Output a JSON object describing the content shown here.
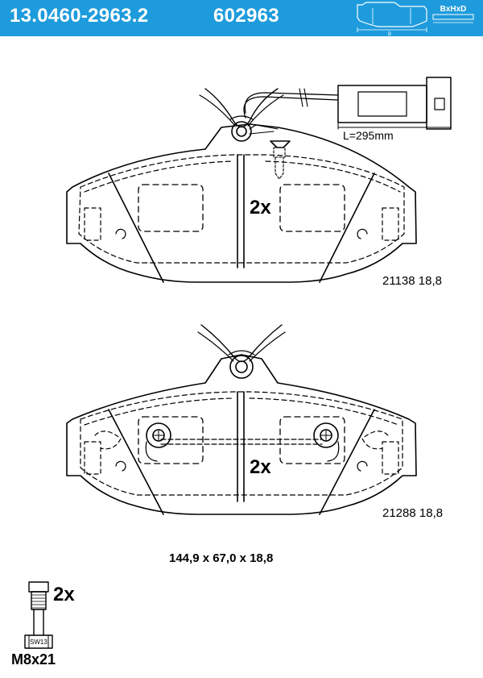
{
  "header": {
    "part_number": "13.0460-2963.2",
    "ref_number": "602963",
    "dimension_legend": "BxHxD",
    "icon_width_label": "B"
  },
  "pad_top": {
    "count_label": "2x",
    "wire_length": "L=295mm",
    "code": "21138 18,8"
  },
  "pad_bottom": {
    "count_label": "2x",
    "code": "21288 18,8"
  },
  "dimensions": "144,9 x 67,0 x 18,8",
  "bolt": {
    "count_label": "2x",
    "size": "M8x21",
    "wrench_label": "SW13"
  },
  "colors": {
    "header_bg": "#1e9bdc",
    "header_text": "#ffffff",
    "line": "#000000"
  }
}
